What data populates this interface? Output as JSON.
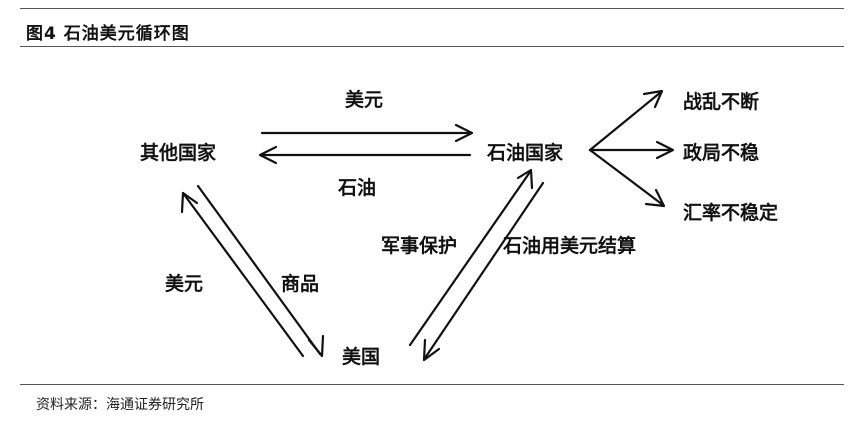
{
  "figure": {
    "title": "图4  石油美元循环图",
    "source": "资料来源：海通证券研究所"
  },
  "nodes": {
    "other_countries": "其他国家",
    "oil_countries": "石油国家",
    "usa": "美国"
  },
  "edge_labels": {
    "dollar_to_oil": "美元",
    "oil_to_other": "石油",
    "dollar_to_usa": "美元",
    "goods": "商品",
    "military": "军事保护",
    "oil_in_dollars": "石油用美元结算"
  },
  "outcomes": [
    "战乱不断",
    "政局不稳",
    "汇率不稳定"
  ]
}
